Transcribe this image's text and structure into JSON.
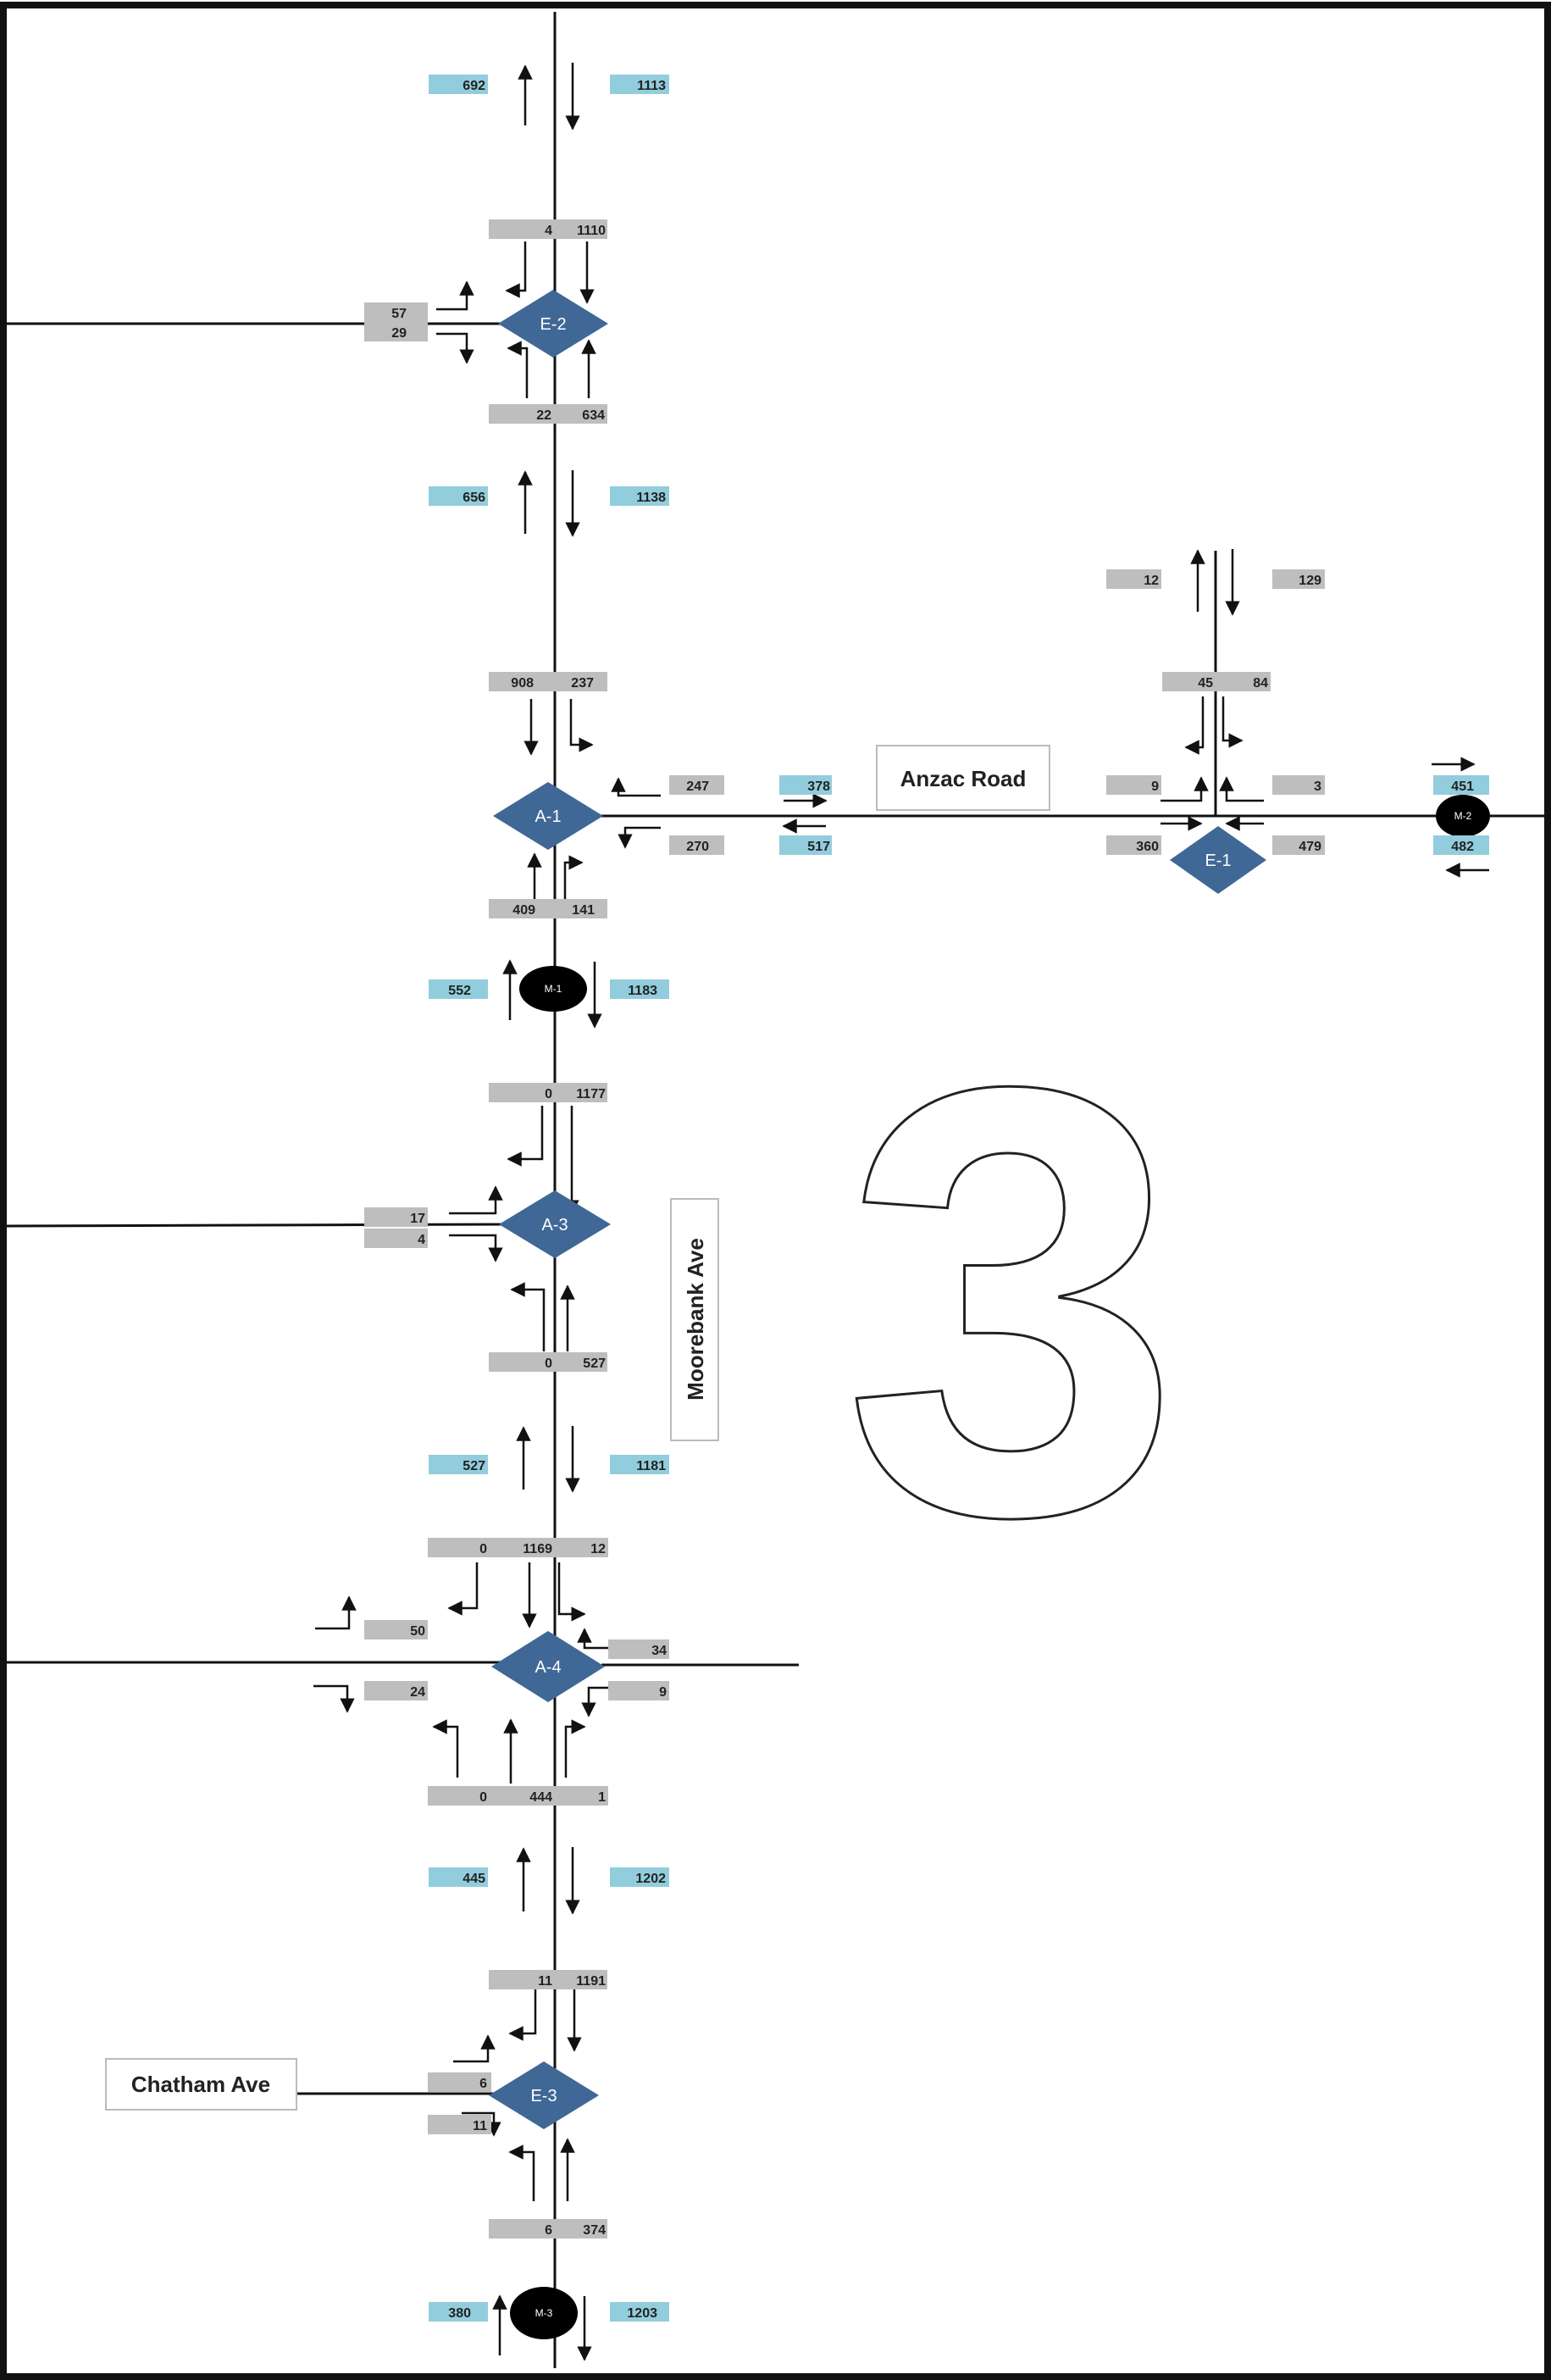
{
  "colors": {
    "node": "#3f6896",
    "movement_box": "#bebebe",
    "link_box": "#92cddd",
    "line": "#111111",
    "midblock": "#000000"
  },
  "roads": {
    "anzac": "Anzac Road",
    "moorebank": "Moorebank Ave",
    "chatham": "Chatham Ave"
  },
  "watermark": "3",
  "nodes": {
    "E2": "E-2",
    "A1": "A-1",
    "E1": "E-1",
    "A3": "A-3",
    "A4": "A-4",
    "E3": "E-3",
    "M1": "M-1",
    "M2": "M-2",
    "M3": "M-3"
  },
  "volumes": {
    "link_top_nb": "692",
    "link_top_sb": "1113",
    "e2_n_right": "4",
    "e2_n_through": "1110",
    "e2_w_left": "57",
    "e2_w_right": "29",
    "e2_s_left": "22",
    "e2_s_through": "634",
    "link_e2a1_nb": "656",
    "link_e2a1_sb": "1138",
    "a1_n_through": "908",
    "a1_n_left": "237",
    "a1_e_right": "247",
    "a1_e_left": "270",
    "link_anzac_eb": "378",
    "link_anzac_wb": "517",
    "a1_s_through": "409",
    "a1_s_right": "141",
    "link_m1_nb": "552",
    "link_m1_sb": "1183",
    "e1_n_out": "12",
    "e1_n_in": "129",
    "e1_n_through": "45",
    "e1_n_left": "84",
    "e1_w_right": "9",
    "e1_w_through": "360",
    "e1_e_right": "3",
    "e1_e_through": "479",
    "link_m2_eb": "451",
    "link_m2_wb": "482",
    "a3_n_right": "0",
    "a3_n_through": "1177",
    "a3_w_left": "17",
    "a3_w_right": "4",
    "a3_s_left": "0",
    "a3_s_through": "527",
    "link_a3a4_nb": "527",
    "link_a3a4_sb": "1181",
    "a4_n_right": "0",
    "a4_n_through": "1169",
    "a4_n_left": "12",
    "a4_w_left": "50",
    "a4_w_right": "24",
    "a4_e_right": "34",
    "a4_e_left": "9",
    "a4_s_left": "0",
    "a4_s_through": "444",
    "a4_s_right": "1",
    "link_a4e3_nb": "445",
    "link_a4e3_sb": "1202",
    "e3_n_right": "11",
    "e3_n_through": "1191",
    "e3_w_left": "6",
    "e3_w_right": "11",
    "e3_s_left": "6",
    "e3_s_through": "374",
    "link_m3_nb": "380",
    "link_m3_sb": "1203"
  }
}
